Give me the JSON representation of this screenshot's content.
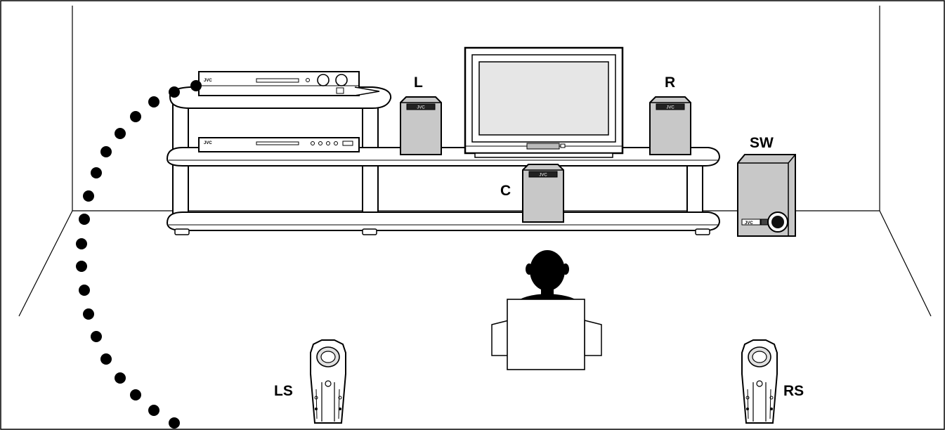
{
  "brand": "JVC",
  "labels": {
    "front_left": "L",
    "front_right": "R",
    "center": "C",
    "subwoofer": "SW",
    "surround_left": "LS",
    "surround_right": "RS"
  },
  "colors": {
    "line": "#000000",
    "speaker_fill": "#c8c8c8",
    "screen_fill": "#e6e6e6",
    "background": "#ffffff"
  }
}
